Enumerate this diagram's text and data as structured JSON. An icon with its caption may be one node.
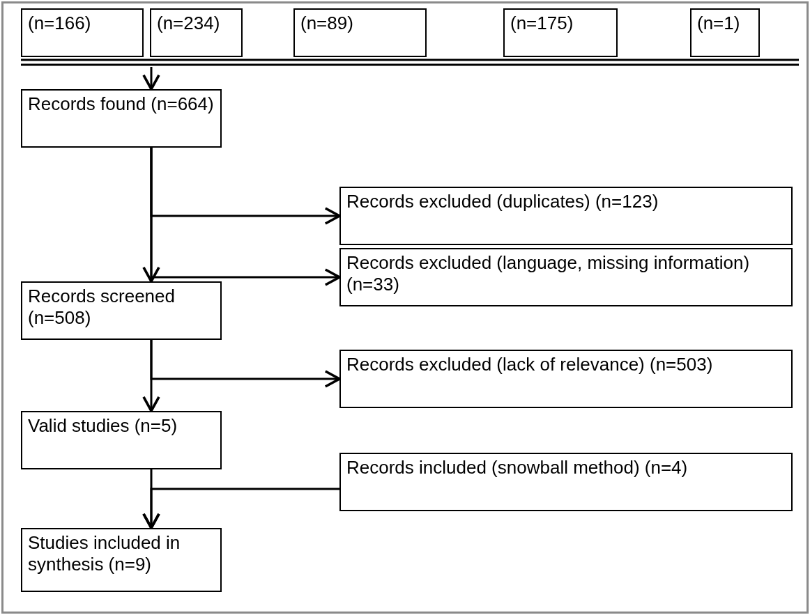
{
  "diagram": {
    "nodes": [
      {
        "text": [
          "(n=166)"
        ]
      },
      {
        "text": [
          "(n=234)"
        ]
      },
      {
        "text": [
          "(n=89)"
        ]
      },
      {
        "text": [
          "(n=175)"
        ]
      },
      {
        "text": [
          "(n=1)"
        ]
      },
      {
        "text": [],
        "shape": "bar"
      },
      {
        "text": [
          "Records found (n=664)"
        ]
      },
      {
        "text": [
          "Records excluded (duplicates) (n=123)"
        ]
      },
      {
        "text": [
          "Records excluded (language, missing information) (n=33)"
        ]
      },
      {
        "text": [
          "Records screened (n=508)"
        ]
      },
      {
        "text": [
          "Records excluded (lack of relevance) (n=503)"
        ]
      },
      {
        "text": [
          "Valid studies (n=5)"
        ]
      },
      {
        "text": [
          "Records included (snowball method) (n=4)"
        ]
      },
      {
        "text": [
          "Studies included in synthesis (n=9)"
        ]
      }
    ],
    "edges": [
      {
        "from": 5,
        "to": 6,
        "arrow": "to"
      },
      {
        "from": 6,
        "to": 9,
        "arrow": "to"
      },
      {
        "from": 6,
        "to": 7,
        "arrow": "to"
      },
      {
        "from": 6,
        "to": 8,
        "arrow": "to"
      },
      {
        "from": 9,
        "to": 11,
        "arrow": "to"
      },
      {
        "from": 9,
        "to": 10,
        "arrow": "to"
      },
      {
        "from": 11,
        "to": 13,
        "arrow": "to"
      },
      {
        "from": 12,
        "to": 13,
        "arrow": "to"
      }
    ]
  }
}
